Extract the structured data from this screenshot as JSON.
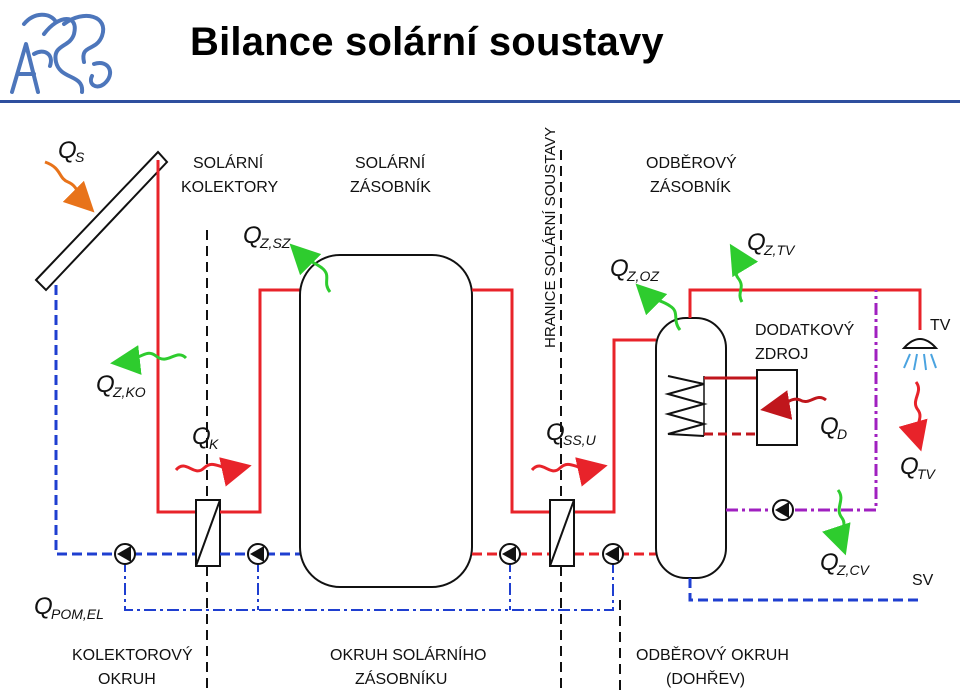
{
  "title": "Bilance solární soustavy",
  "colors": {
    "hot": "#e8232a",
    "cold": "#1f3fd0",
    "heating": "#a020c0",
    "loss": "#2ecc2e",
    "gain": "#e8731a",
    "aux": "#c0161c",
    "rule": "#2f4f9e"
  },
  "labels": {
    "collectors": [
      "SOLÁRNÍ",
      "KOLEKTORY"
    ],
    "storage": [
      "SOLÁRNÍ",
      "ZÁSOBNÍK"
    ],
    "boundary": "HRANICE SOLÁRNÍ SOUSTAVY",
    "consumer": [
      "ODBĚROVÝ",
      "ZÁSOBNÍK"
    ],
    "aux_source": [
      "DODATKOVÝ",
      "ZDROJ"
    ],
    "tv": "TV",
    "sv": "SV",
    "circuit_collector": [
      "KOLEKTOROVÝ",
      "OKRUH"
    ],
    "circuit_storage": [
      "OKRUH SOLÁRNÍHO",
      "ZÁSOBNÍKU"
    ],
    "circuit_consumer": [
      "ODBĚROVÝ OKRUH",
      "(DOHŘEV)"
    ]
  },
  "quantities": {
    "qs": {
      "main": "Q",
      "sub": "S"
    },
    "qzsz": {
      "main": "Q",
      "sub": "Z,SZ"
    },
    "qzko": {
      "main": "Q",
      "sub": "Z,KO"
    },
    "qk": {
      "main": "Q",
      "sub": "K"
    },
    "qssu": {
      "main": "Q",
      "sub": "SS,U"
    },
    "qzoz": {
      "main": "Q",
      "sub": "Z,OZ"
    },
    "qztv": {
      "main": "Q",
      "sub": "Z,TV"
    },
    "qd": {
      "main": "Q",
      "sub": "D"
    },
    "qtv": {
      "main": "Q",
      "sub": "TV"
    },
    "qzcv": {
      "main": "Q",
      "sub": "Z,CV"
    },
    "qpom": {
      "main": "Q",
      "sub": "POM,EL"
    }
  }
}
